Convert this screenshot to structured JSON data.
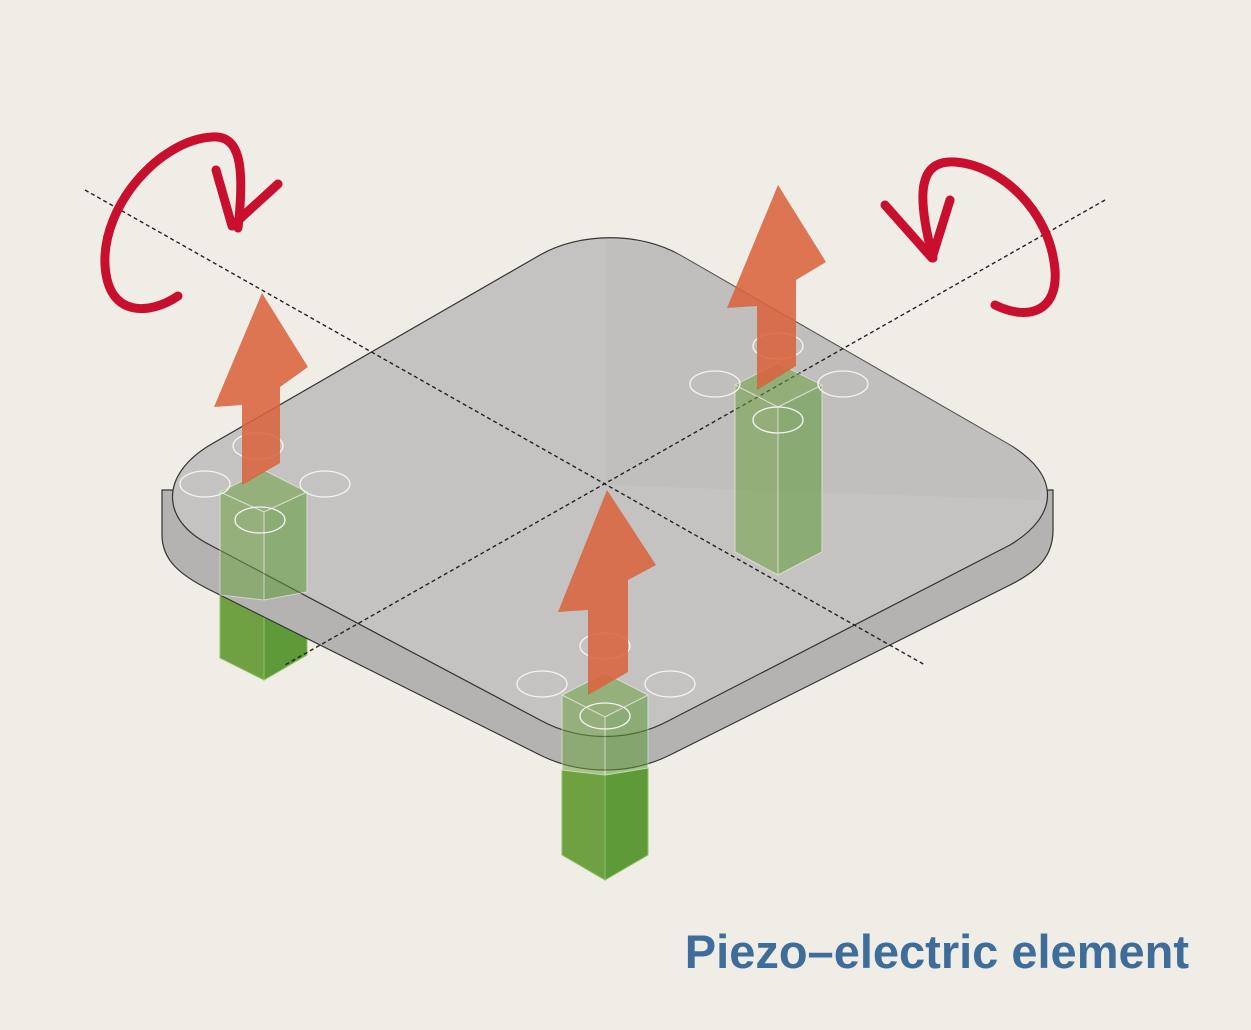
{
  "caption": {
    "text": "Piezo–electric element"
  },
  "colors": {
    "background": "#f0ede7",
    "plate_top": "#c4c3c1",
    "plate_side": "#b4b3b1",
    "piezo_element": "#6fa143",
    "force_arrow": "#d9643f",
    "rotation_arrow": "#c8102e",
    "caption": "#3f6d9a",
    "axis_line": "#222222"
  },
  "elements": {
    "piezo_count": 3,
    "force_arrow_count": 3,
    "rotation_arrow_count": 2,
    "axis_count": 2
  },
  "icons": [
    "rotation-arrow-icon",
    "force-arrow-icon"
  ]
}
